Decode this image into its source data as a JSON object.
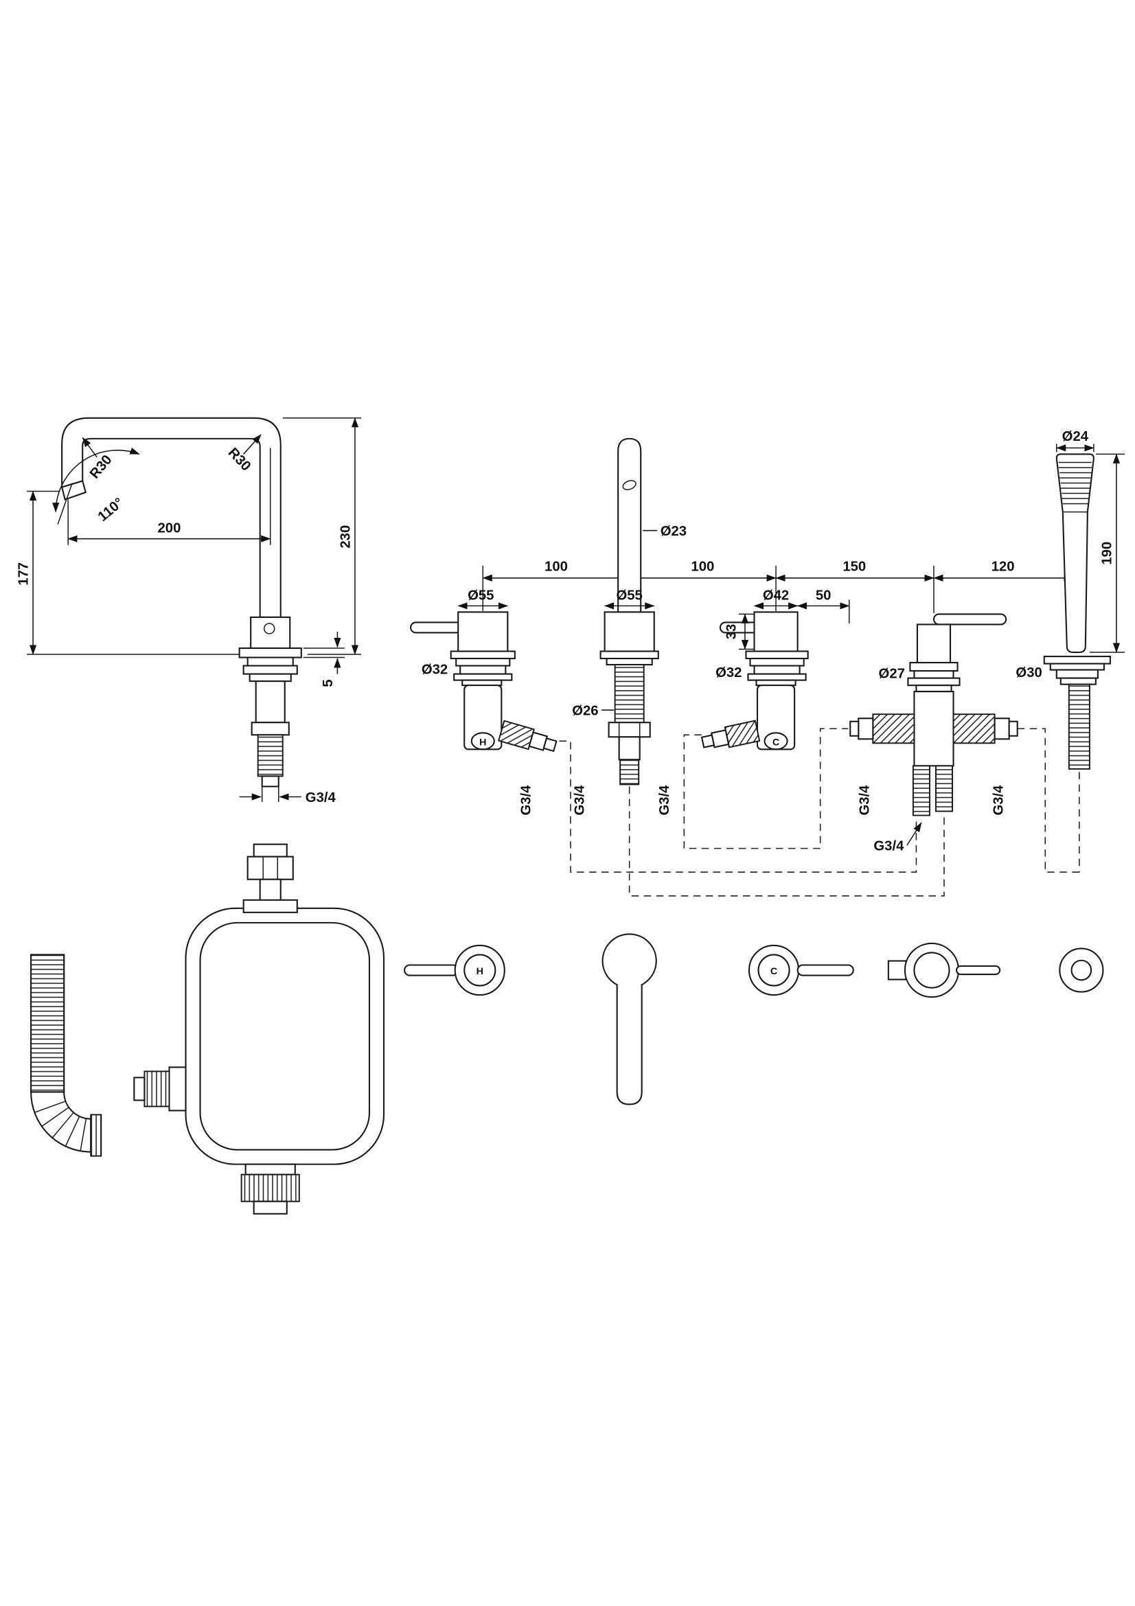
{
  "spout_view": {
    "r30_left": "R30",
    "r30_right": "R30",
    "angle": "110°",
    "dim_width": "200",
    "dim_height_left": "177",
    "dim_height_right": "230",
    "dim_deck": "5",
    "thread": "G3/4"
  },
  "spacing": {
    "s1": "100",
    "s2": "100",
    "s3": "150",
    "s4": "120"
  },
  "hot_valve": {
    "dia_head": "Ø55",
    "dia_body": "Ø32",
    "letter": "H",
    "thread": "G3/4"
  },
  "spout": {
    "dia_tube": "Ø23",
    "dia_flange": "Ø55",
    "dia_thread": "Ø26",
    "thread": "G3/4"
  },
  "cold_valve": {
    "dia_head": "Ø42",
    "dim_offset": "50",
    "dim_depth": "33",
    "dia_body": "Ø32",
    "letter": "C",
    "thread": "G3/4"
  },
  "diverter": {
    "dia_stem": "Ø27",
    "thread_left": "G3/4",
    "thread_right": "G3/4",
    "thread_bottom": "G3/4"
  },
  "handset": {
    "dia_head": "Ø24",
    "dim_length": "190",
    "dia_flange": "Ø30"
  },
  "top_views": {
    "hot_letter": "H",
    "cold_letter": "C"
  }
}
